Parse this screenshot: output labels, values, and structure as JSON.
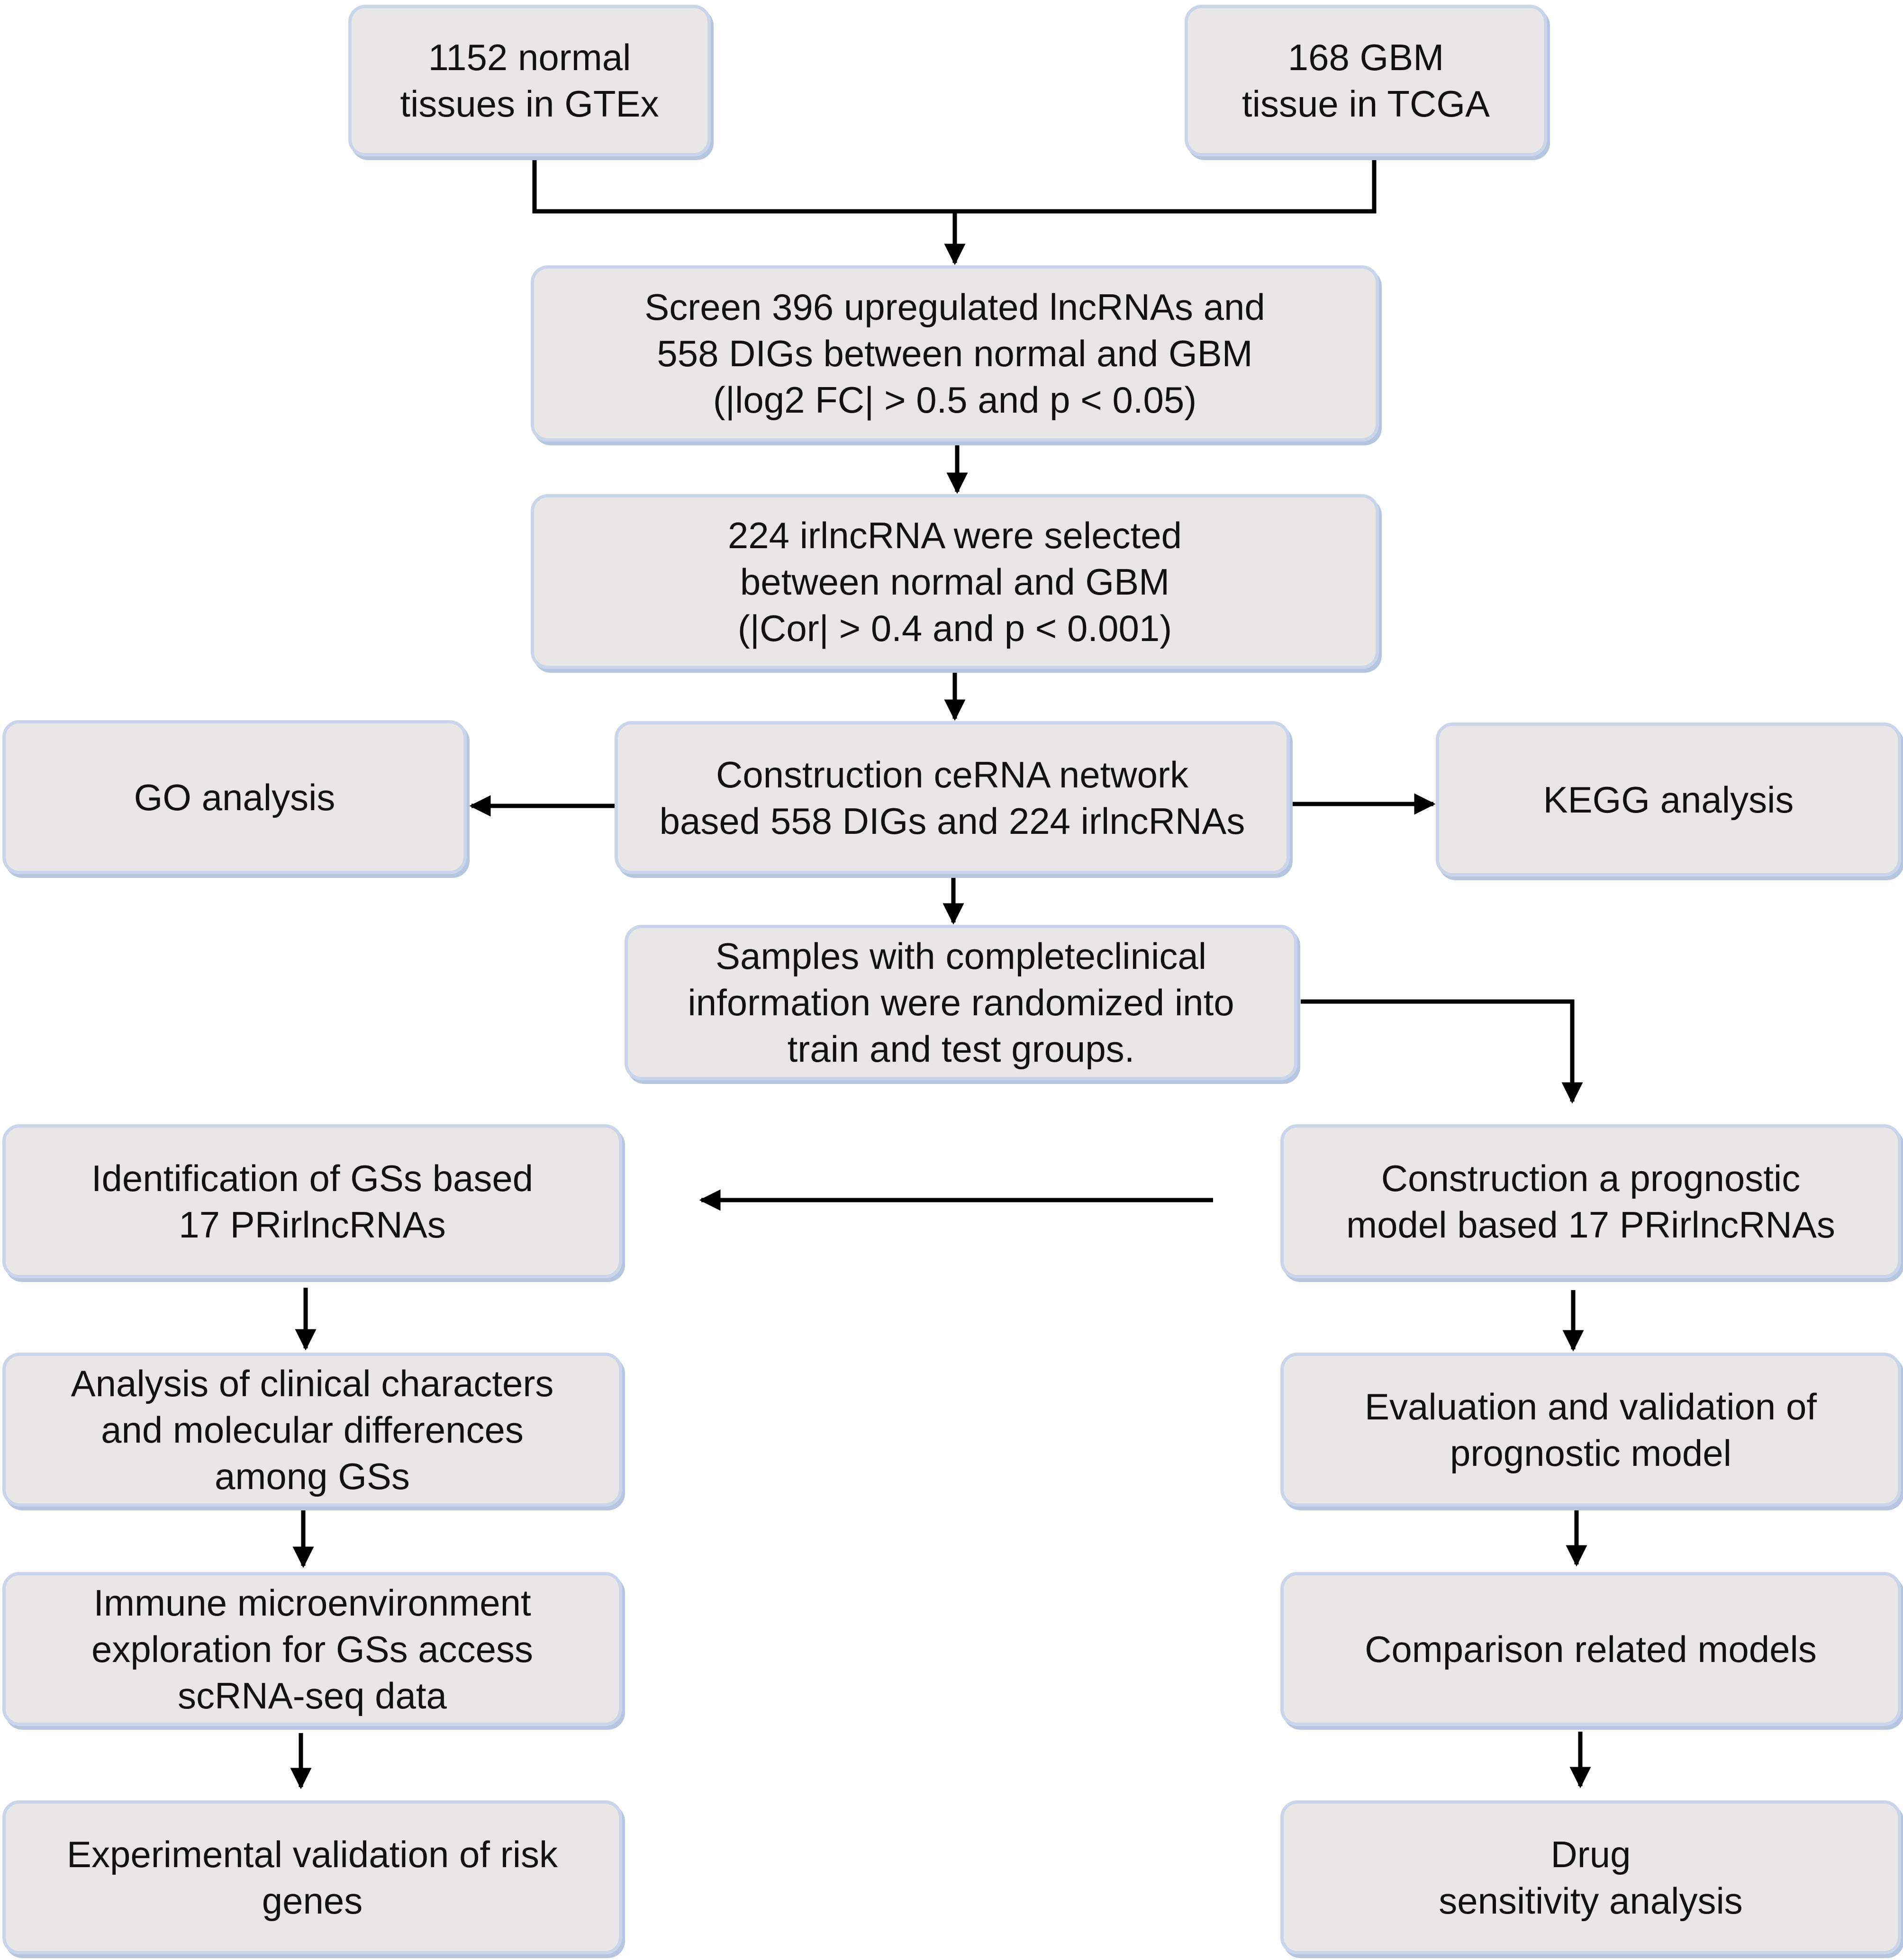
{
  "nodes": {
    "gtex": {
      "text": "1152 normal\ntissues in GTEx"
    },
    "tcga": {
      "text": "168 GBM\ntissue in TCGA"
    },
    "screen": {
      "text": "Screen 396 upregulated lncRNAs and\n558 DIGs between normal and GBM\n(|log2 FC| > 0.5 and p < 0.05)"
    },
    "irlnc": {
      "text": "224 irlncRNA were selected\nbetween normal and GBM\n(|Cor| > 0.4 and p < 0.001)"
    },
    "go": {
      "text": "GO analysis"
    },
    "cerna": {
      "text": "Construction ceRNA network\nbased 558 DIGs and 224 irlncRNAs"
    },
    "kegg": {
      "text": "KEGG analysis"
    },
    "samples": {
      "text": "Samples with completeclinical\ninformation were randomized into\ntrain and test groups."
    },
    "gs": {
      "text": "Identification of GSs based\n17 PRirlncRNAs"
    },
    "model": {
      "text": "Construction a prognostic\nmodel based 17 PRirlncRNAs"
    },
    "clinical": {
      "text": "Analysis of clinical characters\nand molecular differences\namong GSs"
    },
    "eval": {
      "text": "Evaluation and validation of\nprognostic model"
    },
    "immune": {
      "text": "Immune microenvironment\nexploration for GSs access\nscRNA-seq data"
    },
    "compare": {
      "text": "Comparison related models"
    },
    "exp": {
      "text": "Experimental validation of risk\ngenes"
    },
    "drug": {
      "text": "Drug\nsensitivity analysis"
    }
  },
  "edges": [
    [
      "gtex",
      "screen"
    ],
    [
      "tcga",
      "screen"
    ],
    [
      "screen",
      "irlnc"
    ],
    [
      "irlnc",
      "cerna"
    ],
    [
      "cerna",
      "go"
    ],
    [
      "cerna",
      "kegg"
    ],
    [
      "cerna",
      "samples"
    ],
    [
      "samples",
      "model"
    ],
    [
      "model",
      "gs"
    ],
    [
      "gs",
      "clinical"
    ],
    [
      "clinical",
      "immune"
    ],
    [
      "immune",
      "exp"
    ],
    [
      "model",
      "eval"
    ],
    [
      "eval",
      "compare"
    ],
    [
      "compare",
      "drug"
    ]
  ],
  "colors": {
    "box_fill": "#e8e7e6",
    "box_border": "#c9d5ea",
    "arrow": "#000000"
  }
}
